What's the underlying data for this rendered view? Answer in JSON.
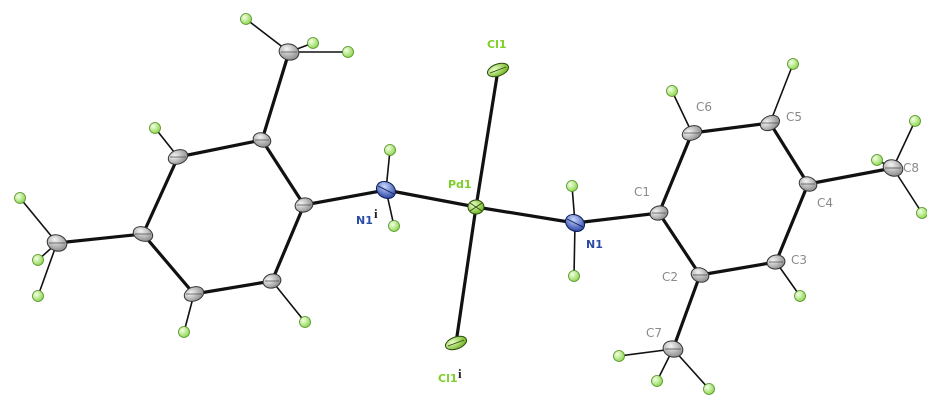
{
  "labels": {
    "cl1": "Cl1",
    "cl1i": "Cl1",
    "cl1i_sup": "i",
    "pd1": "Pd1",
    "n1": "N1",
    "n1i": "N1",
    "n1i_sup": "i",
    "c1": "C1",
    "c2": "C2",
    "c3": "C3",
    "c4": "C4",
    "c5": "C5",
    "c6": "C6",
    "c7": "C7",
    "c8": "C8"
  },
  "colors": {
    "bond": "#111111",
    "hydrogen": "#8ee04a",
    "carbon": "#9a9a9a",
    "nitrogen": "#3b5fc8",
    "chlorine": "#8fd63c",
    "palladium": "#76c51f"
  }
}
